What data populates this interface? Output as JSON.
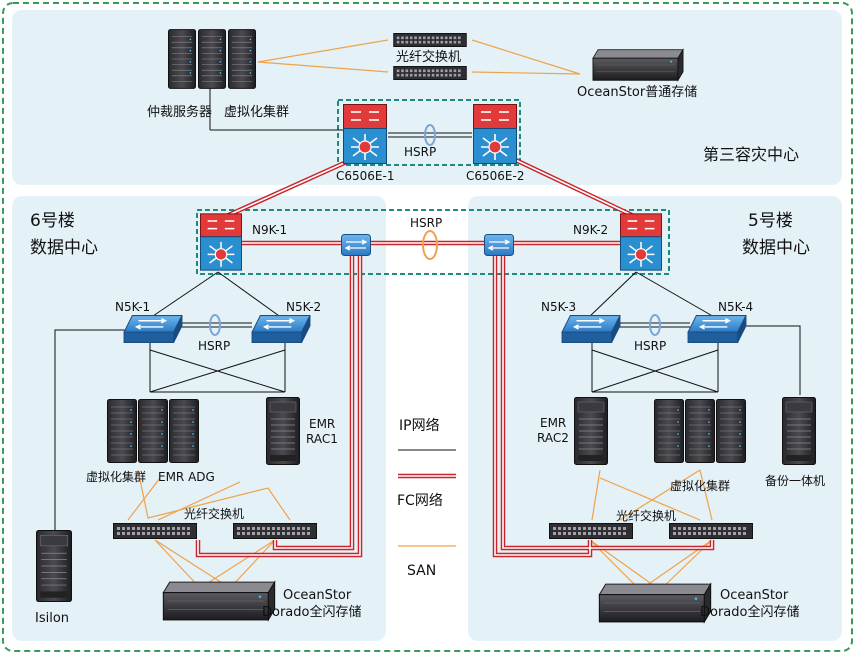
{
  "colors": {
    "panel_bg": "#e4f1f7",
    "outer_border": "#3a9a5a",
    "dashed_group": "#1f8a80",
    "ip_line": "#000000",
    "fc_line": "#c8252a",
    "san_line": "#f0a24a",
    "hsrp_ring": "#7aa6d6",
    "router_red": "#e23a3a",
    "router_blue": "#2a8fd0",
    "switch_blue": "#3b8fd8"
  },
  "third_center": {
    "title": "第三容灾中心",
    "arbitration_server": "仲裁服务器",
    "virtualization_cluster": "虚拟化集群",
    "fc_switch": "光纤交换机",
    "storage": "OceanStor普通存储",
    "core_switch_1": "C6506E-1",
    "core_switch_2": "C6506E-2",
    "hsrp": "HSRP"
  },
  "building6": {
    "title_line1": "6号楼",
    "title_line2": "数据中心",
    "n9k": "N9K-1",
    "n5k_a": "N5K-1",
    "n5k_b": "N5K-2",
    "hsrp": "HSRP",
    "virt_cluster": "虚拟化集群",
    "emr_adg": "EMR ADG",
    "emr_rac_line1": "EMR",
    "emr_rac_line2": "RAC1",
    "fc_switch": "光纤交换机",
    "storage_line1": "OceanStor",
    "storage_line2": "Dorado全闪存储",
    "isilon": "Isilon"
  },
  "building5": {
    "title_line1": "5号楼",
    "title_line2": "数据中心",
    "n9k": "N9K-2",
    "n5k_a": "N5K-3",
    "n5k_b": "N5K-4",
    "hsrp": "HSRP",
    "virt_cluster": "虚拟化集群",
    "emr_rac_line1": "EMR",
    "emr_rac_line2": "RAC2",
    "backup": "备份一体机",
    "fc_switch": "光纤交换机",
    "storage_line1": "OceanStor",
    "storage_line2": "Dorado全闪存储"
  },
  "core_hsrp": "HSRP",
  "legend": {
    "ip": "IP网络",
    "fc": "FC网络",
    "san": "SAN"
  },
  "icons": {
    "server": "server-rack-icon",
    "tower": "tower-server-icon",
    "router": "core-switch-icon",
    "switch": "access-switch-icon",
    "fc_switch": "fc-switch-icon",
    "storage": "storage-array-icon",
    "hub": "fc-hub-icon"
  }
}
